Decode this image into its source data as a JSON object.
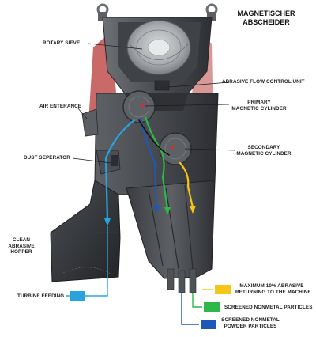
{
  "title": {
    "line1": "MAGNETISCHER",
    "line2": "ABSCHEIDER"
  },
  "labels": {
    "rotary_sieve": "ROTARY SIEVE",
    "abrasive_flow_control_unit": "ABRASIVE FLOW CONTROL UNIT",
    "primary_magnetic_cylinder": {
      "line1": "PRIMARY",
      "line2": "MAGNETIC CYLINDER"
    },
    "air_entrance": "AIR ENTERANCE",
    "secondary_magnetic_cylinder": {
      "line1": "SECONDARY",
      "line2": "MAGNETIC CYLINDER"
    },
    "dust_separator": "DUST SEPERATOR",
    "clean_abrasive_hopper": {
      "line1": "CLEAN",
      "line2": "ABRASIVE",
      "line3": "HOPPER"
    },
    "turbine_feeding": "TURBINE FEEDING"
  },
  "legend": [
    {
      "lines": [
        "MAXIMUM 10% ABRASIVE",
        "RETURNING TO THE MACHINE"
      ],
      "color": "#f5c518"
    },
    {
      "lines": [
        "SCREENED NONMETAL PARTICLES"
      ],
      "color": "#2eb84a"
    },
    {
      "lines": [
        "SCREENED NONMETAL",
        "POWDER PARTICLES"
      ],
      "color": "#1f57b8"
    }
  ],
  "turbine_feeding_color": "#29a3e0",
  "colors": {
    "machine_dark": "#3a3c40",
    "machine_mid": "#5a5d62",
    "machine_light": "#8a8d92",
    "accent_red": "#c0504d",
    "label_text": "#1a1a1a"
  }
}
